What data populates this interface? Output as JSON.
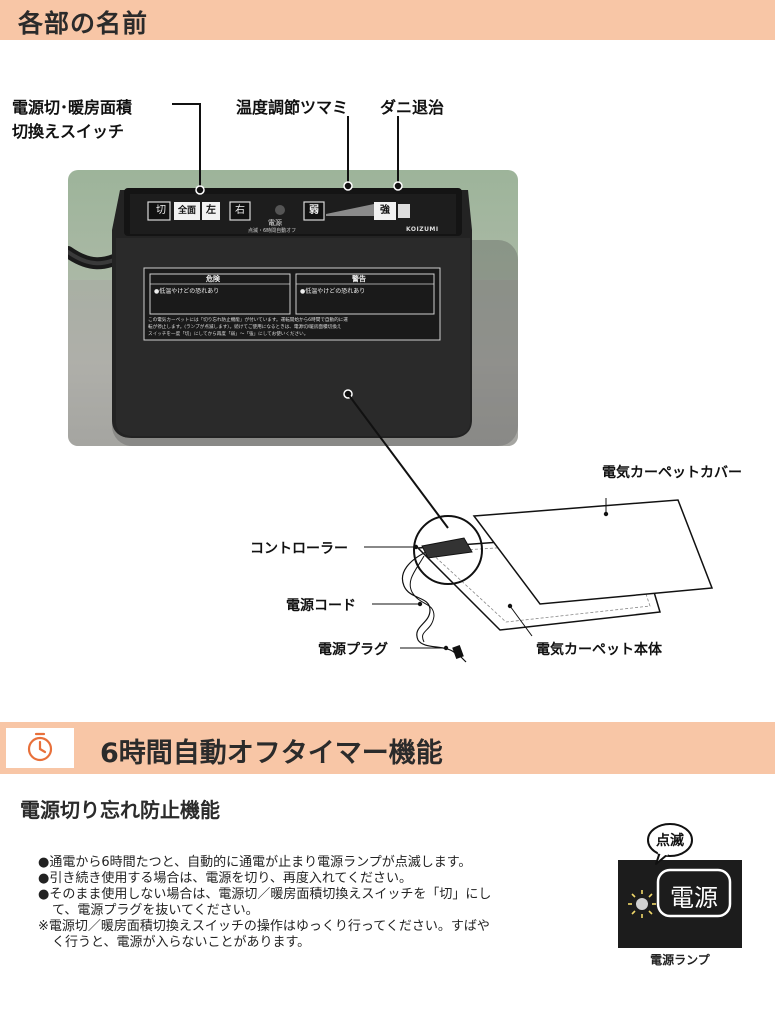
{
  "section1": {
    "title": "各部の名前"
  },
  "callouts": {
    "switch_line1": "電源切･暖房面積",
    "switch_line2": "切換えスイッチ",
    "temp": "温度調節ツマミ",
    "mite": "ダニ退治",
    "cover": "電気カーペットカバー",
    "controller": "コントローラー",
    "cord": "電源コード",
    "plug": "電源プラグ",
    "body": "電気カーペット本体"
  },
  "device": {
    "btn_off": "切",
    "btn_full": "全面",
    "btn_left": "左",
    "btn_right": "右",
    "lamp_label": "電源",
    "lamp_sub": "点滅・6時間自動オフ",
    "weak": "弱",
    "strong": "強",
    "brand": "KOIZUMI",
    "danger_head": "危険",
    "warn_head": "警告",
    "danger_title": "●低温やけどの恐れあり",
    "warn_title": "●低温やけどの恐れあり",
    "note_line1": "この電気カーペットには「切り忘れ防止機能」が付いています。運転開始から6時間で自動的に運",
    "note_line2": "転が停止します。(ランプが点滅します）。続けてご使用になるときは、電源切/暖房面積切換え",
    "note_line3": "スイッチを一度「切」にしてから再度「弱」〜「強」にしてお使いください。"
  },
  "section2": {
    "title": "6時間自動オフタイマー機能",
    "subheading": "電源切り忘れ防止機能",
    "lines": [
      "●通電から6時間たつと、自動的に通電が止まり電源ランプが点滅します。",
      "●引き続き使用する場合は、電源を切り、再度入れてください。",
      "●そのまま使用しない場合は、電源切／暖房面積切換えスイッチを「切」にし",
      "て、電源プラグを抜いてください。",
      "※電源切／暖房面積切換えスイッチの操作はゆっくり行ってください。すばや",
      "く行うと、電源が入らないことがあります。"
    ],
    "lamp_bubble": "点滅",
    "lamp_text": "電源",
    "lamp_caption": "電源ランプ"
  },
  "colors": {
    "header_bg": "#f8c6a6",
    "timer_icon": "#e8703a"
  },
  "icons": {
    "timer": "timer-icon"
  }
}
